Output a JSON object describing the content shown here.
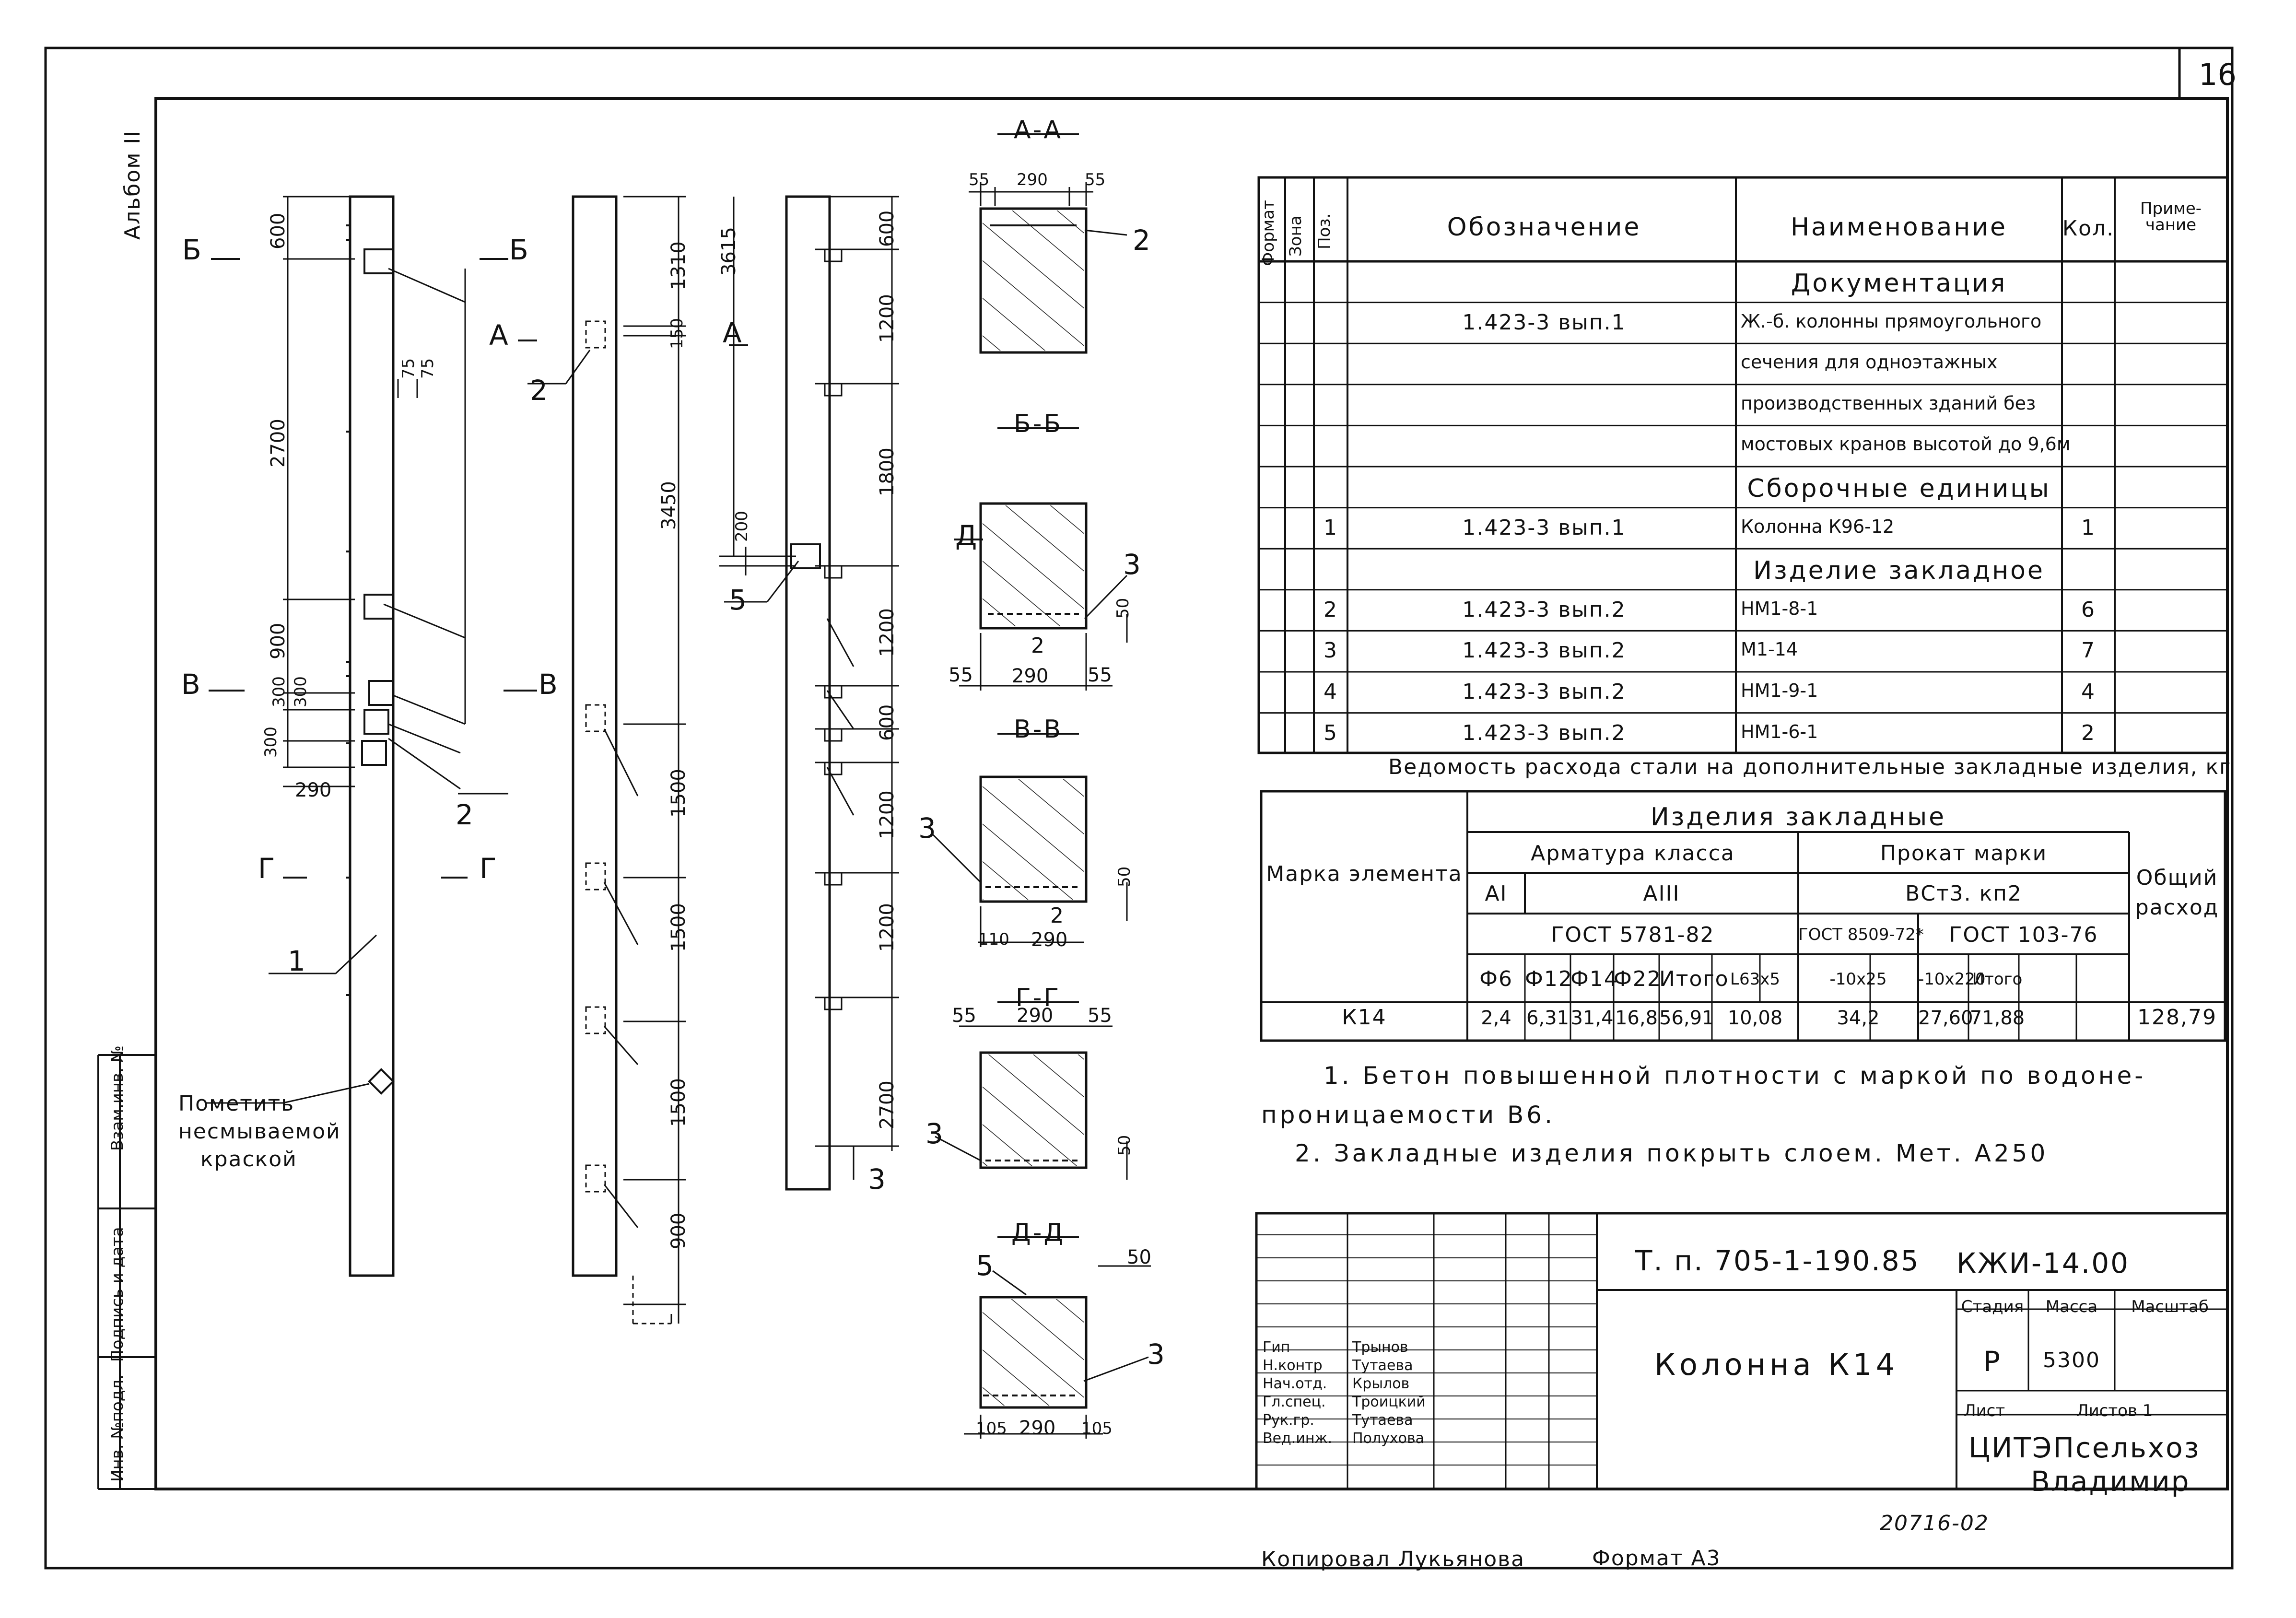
{
  "sheet": {
    "number": "16",
    "album": "Альбом II",
    "designation": "Т. п. 705-1-190.85",
    "code": "КЖИ-14.00",
    "title": "Колонна К14",
    "stage_label": "Стадия",
    "mass_label": "Масса",
    "scale_label": "Масштаб",
    "stage": "Р",
    "mass": "5300",
    "sheet_label": "Лист",
    "sheets_label": "Листов 1",
    "org_line1": "ЦИТЭПсельхоз",
    "org_line2": "Владимир",
    "doc_number": "20716-02",
    "copied": "Копировал Лукьянова",
    "format": "Формат А3"
  },
  "stamp_side": {
    "inv_no": "Инв. №подл.",
    "sign_date": "Подпись и дата",
    "vzam": "Взам.инв. №"
  },
  "signatures": [
    {
      "role": "Гип",
      "name": "Трынов"
    },
    {
      "role": "Н.контр",
      "name": "Тутаева"
    },
    {
      "role": "Нач.отд.",
      "name": "Крылов"
    },
    {
      "role": "Гл.спец.",
      "name": "Троицкий"
    },
    {
      "role": "Рук.гр.",
      "name": "Тутаева"
    },
    {
      "role": "Вед.инж.",
      "name": "Полухова"
    }
  ],
  "spec": {
    "headers": {
      "format": "Формат",
      "zone": "Зона",
      "pos": "Поз.",
      "designation": "Обозначение",
      "name": "Наименование",
      "qty": "Кол.",
      "note": "Приме-чание"
    },
    "rows": [
      {
        "pos": "",
        "designation": "",
        "name": "Документация",
        "qty": ""
      },
      {
        "pos": "",
        "designation": "1.423-3 вып.1",
        "name": "Ж.-б. колонны прямоугольного",
        "qty": ""
      },
      {
        "pos": "",
        "designation": "",
        "name": "сечения для одноэтажных",
        "qty": ""
      },
      {
        "pos": "",
        "designation": "",
        "name": "производственных зданий без",
        "qty": ""
      },
      {
        "pos": "",
        "designation": "",
        "name": "мостовых кранов высотой до 9,6м",
        "qty": ""
      },
      {
        "pos": "",
        "designation": "",
        "name": "Сборочные единицы",
        "qty": ""
      },
      {
        "pos": "1",
        "designation": "1.423-3 вып.1",
        "name": "Колонна К96-12",
        "qty": "1"
      },
      {
        "pos": "",
        "designation": "",
        "name": "Изделие закладное",
        "qty": ""
      },
      {
        "pos": "2",
        "designation": "1.423-3 вып.2",
        "name": "НМ1-8-1",
        "qty": "6"
      },
      {
        "pos": "3",
        "designation": "1.423-3 вып.2",
        "name": "М1-14",
        "qty": "7"
      },
      {
        "pos": "4",
        "designation": "1.423-3 вып.2",
        "name": "НМ1-9-1",
        "qty": "4"
      },
      {
        "pos": "5",
        "designation": "1.423-3 вып.2",
        "name": "НМ1-6-1",
        "qty": "2"
      }
    ]
  },
  "steel": {
    "caption": "Ведомость расхода стали на дополнительные закладные изделия, кг",
    "h_items": "Изделия закладные",
    "h_mark": "Марка элемента",
    "h_total": "Общий расход",
    "h_rebar": "Арматура класса",
    "h_rolled": "Прокат марки",
    "h_ai": "АI",
    "h_aiii": "АIII",
    "h_st": "ВСт3. кп2",
    "h_gost1": "ГОСТ 5781-82",
    "h_gost2": "ГОСТ 8509-72*",
    "h_gost3": "ГОСТ 103-76",
    "cols": [
      "Ф6",
      "Ф12",
      "Ф14",
      "Ф22",
      "Итого",
      "L63х5",
      "-10х25",
      "-10х220",
      "Итого"
    ],
    "row": {
      "mark": "К14",
      "values": [
        "2,4",
        "6,31",
        "31,4",
        "16,8",
        "56,91",
        "10,08",
        "34,2",
        "27,60",
        "71,88"
      ],
      "total": "128,79"
    }
  },
  "notes": [
    "1. Бетон повышенной плотности с маркой по водоне-",
    "проницаемости В6.",
    "2. Закладные изделия покрыть слоем. Мет. А250"
  ],
  "column_view": {
    "cut_labels": [
      "Б",
      "Б",
      "А",
      "В",
      "В",
      "Г",
      "Г"
    ],
    "dims": [
      "600",
      "2700",
      "900",
      "300",
      "300",
      "300",
      "290"
    ],
    "lead_labels": [
      "2",
      "1"
    ],
    "mark_note": [
      "Пометить",
      "несмываемой",
      "краской"
    ]
  },
  "middle_view": {
    "dims": [
      "1310",
      "150",
      "3450",
      "1500",
      "1500",
      "1500",
      "900"
    ],
    "labels": [
      "2"
    ]
  },
  "right_view": {
    "dims": [
      "3615",
      "200",
      "600",
      "1200",
      "1800",
      "1200",
      "600",
      "1200",
      "1200",
      "2700"
    ],
    "cut_labels": [
      "А",
      "Д"
    ],
    "labels": [
      "5",
      "3"
    ]
  },
  "sections": [
    {
      "title": "А-А",
      "dims": [
        "55",
        "290",
        "55"
      ],
      "labels": [
        "2"
      ]
    },
    {
      "title": "Б-Б",
      "dims": [
        "55",
        "290",
        "55",
        "50"
      ],
      "labels": [
        "3",
        "2"
      ]
    },
    {
      "title": "В-В",
      "dims": [
        "110",
        "290",
        "50"
      ],
      "labels": [
        "3",
        "2"
      ]
    },
    {
      "title": "Г-Г",
      "dims": [
        "55",
        "290",
        "55",
        "50"
      ],
      "labels": [
        "3"
      ]
    },
    {
      "title": "Д-Д",
      "dims": [
        "105",
        "290",
        "105",
        "50"
      ],
      "labels": [
        "5",
        "3"
      ]
    }
  ],
  "dim_extra": [
    "75",
    "75"
  ]
}
